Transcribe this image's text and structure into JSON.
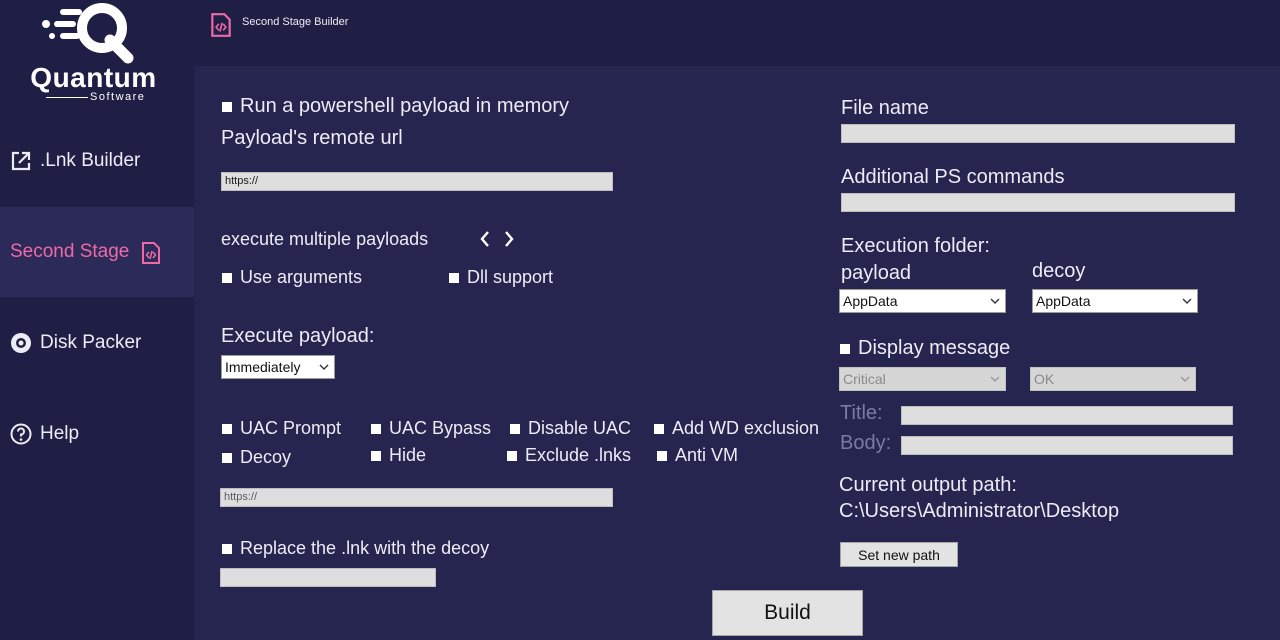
{
  "app": {
    "logo_text": "Quantum",
    "logo_sub": "Software",
    "window_title": "Second Stage Builder"
  },
  "sidebar": {
    "items": [
      {
        "label": ".Lnk Builder",
        "icon": "external-link-icon"
      },
      {
        "label": "Second Stage",
        "icon": "code-file-icon",
        "active": true
      },
      {
        "label": "Disk Packer",
        "icon": "disk-icon"
      },
      {
        "label": "Help",
        "icon": "help-icon"
      }
    ]
  },
  "left": {
    "run_ps_label": "Run a powershell payload in memory",
    "remote_url_label": "Payload's remote url",
    "remote_url_value": "https://",
    "multi_payloads_label": "execute multiple payloads",
    "use_arguments_label": "Use arguments",
    "dll_support_label": "Dll support",
    "execute_payload_label": "Execute payload:",
    "execute_payload_value": "Immediately",
    "options": {
      "uac_prompt": "UAC Prompt",
      "uac_bypass": "UAC Bypass",
      "disable_uac": "Disable UAC",
      "add_wd_exclusion": "Add WD exclusion",
      "decoy": "Decoy",
      "hide": "Hide",
      "exclude_lnks": "Exclude .lnks",
      "anti_vm": "Anti VM"
    },
    "decoy_url_value": "https://",
    "replace_lnk_label": "Replace the .lnk with the decoy",
    "replace_lnk_value": ""
  },
  "right": {
    "file_name_label": "File name",
    "file_name_value": "",
    "additional_ps_label": "Additional PS commands",
    "additional_ps_value": "",
    "execution_folder_label": "Execution folder:",
    "payload_label": "payload",
    "decoy_label": "decoy",
    "payload_folder_value": "AppData",
    "decoy_folder_value": "AppData",
    "display_message_label": "Display message",
    "message_type_value": "Critical",
    "message_button_value": "OK",
    "title_label": "Title:",
    "title_value": "",
    "body_label": "Body:",
    "body_value": "",
    "output_path_label": "Current output path:",
    "output_path_value": "C:\\Users\\Administrator\\Desktop",
    "set_path_button": "Set new path"
  },
  "build_button": "Build",
  "colors": {
    "background": "#262550",
    "sidebar": "#1f1e45",
    "accent": "#ee6aa6"
  }
}
